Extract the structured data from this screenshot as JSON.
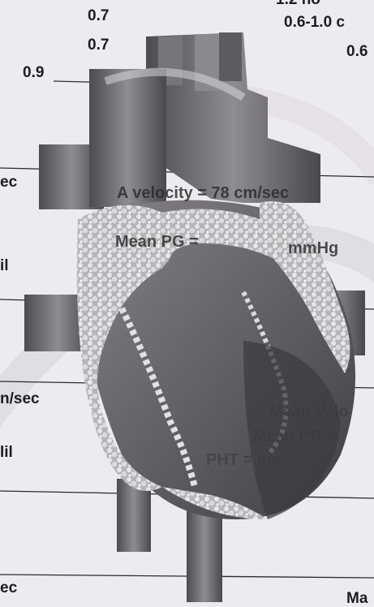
{
  "top_values": {
    "v1": "0.7",
    "v2": "0.7",
    "v3": "0.9"
  },
  "top_right": {
    "line1": "0.6-1.0 c",
    "line2": "0.6",
    "partial": "1.2 no"
  },
  "left_edge": [
    "ec",
    "il",
    "n/sec",
    "lil",
    "ec"
  ],
  "overlay": {
    "velocity": "A velocity = 78 cm/sec",
    "mean_pg": "Mean PG =",
    "mmhg": "mmHg",
    "mean_velo": "Mean Velo",
    "mean_pg_lower": "Mean PG =",
    "pht": "PHT = ms"
  },
  "bottom_right": "Ma",
  "colors": {
    "paper": "#ecebef",
    "heart_gray": "#6b686e",
    "ink": "#1d1d1f"
  }
}
